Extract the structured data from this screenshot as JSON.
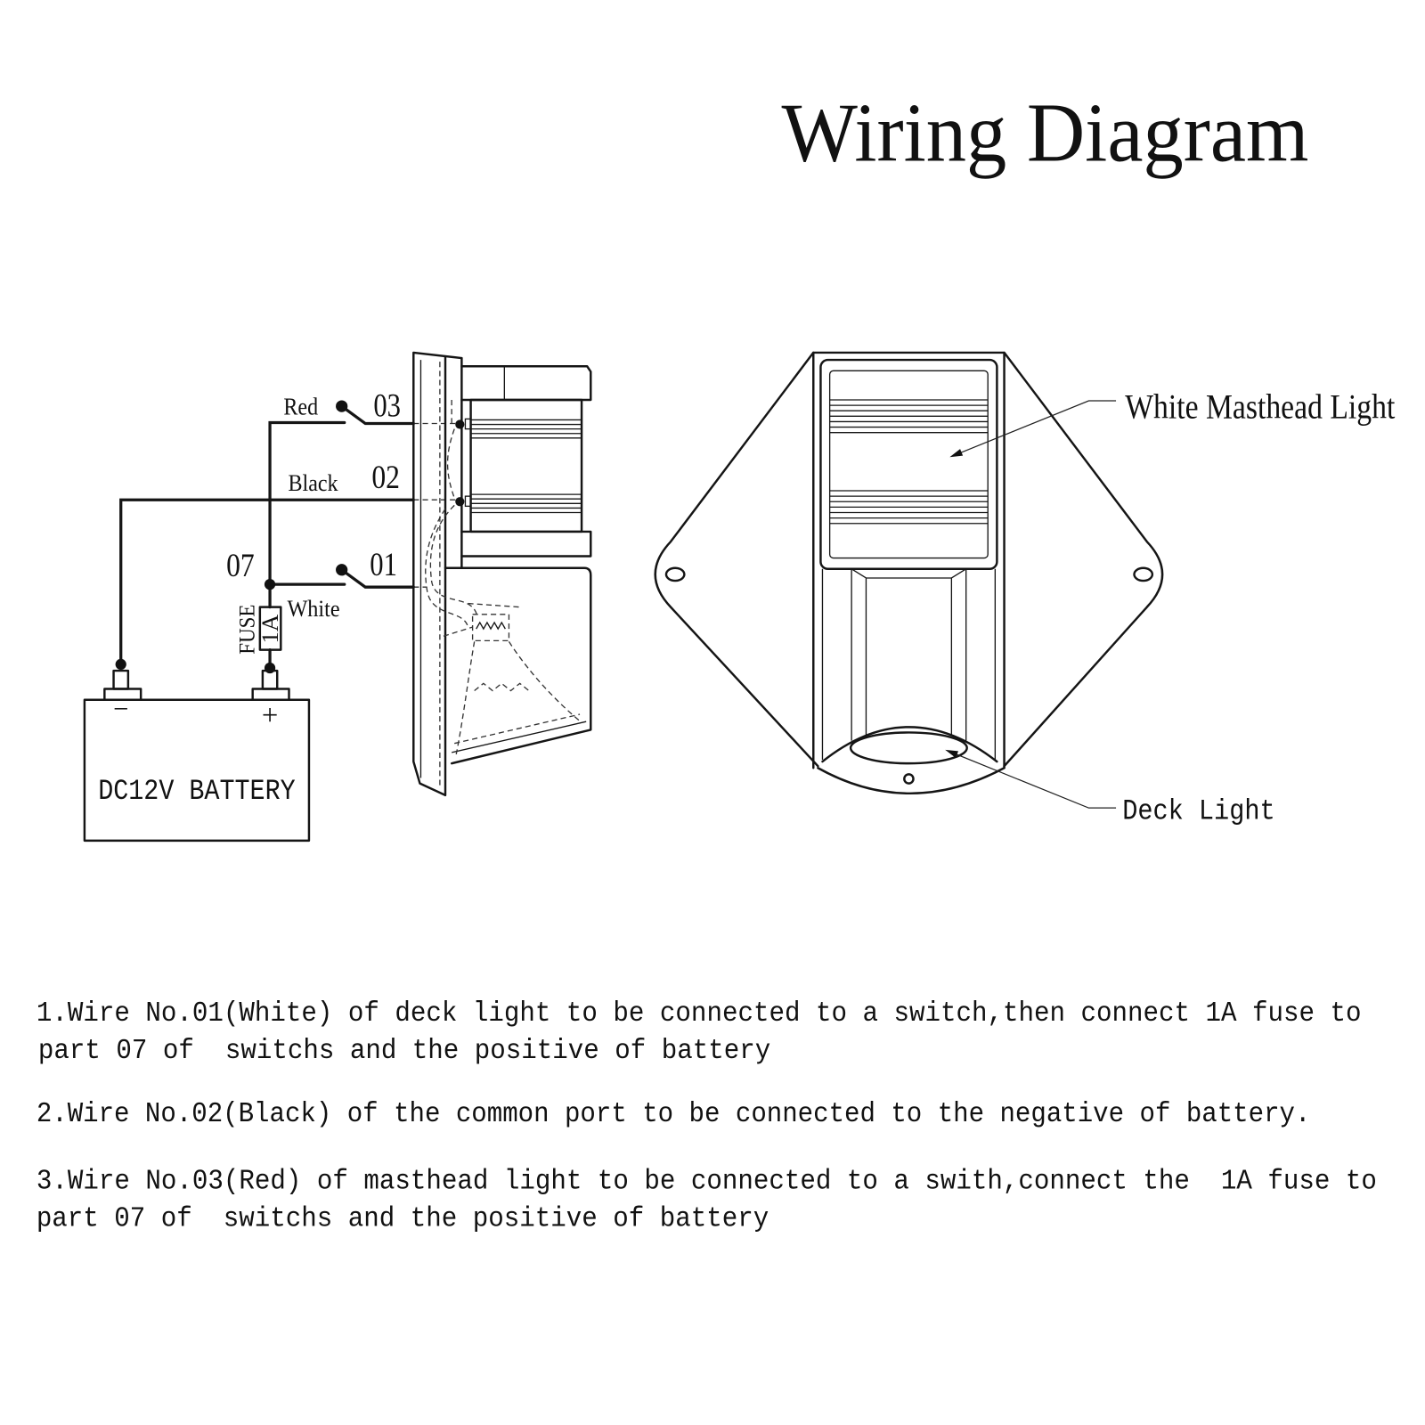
{
  "title": "Wiring Diagram",
  "circuit": {
    "wire_red": "Red",
    "wire_black": "Black",
    "wire_white": "White",
    "port_03": "03",
    "port_02": "02",
    "port_01": "01",
    "port_07": "07",
    "fuse_label": "FUSE",
    "fuse_rating": "1A",
    "battery_label": "DC12V BATTERY",
    "battery_negative": "−",
    "battery_positive": "+"
  },
  "callouts": {
    "masthead": "White Masthead Light",
    "deck": "Deck Light"
  },
  "instructions": [
    [
      "1.Wire No.01(White) of deck light to be connected to a switch,then connect 1A fuse to",
      "part 07 of  switchs and the positive of battery"
    ],
    [
      "2.Wire No.02(Black) of the common port to be connected to the negative of battery."
    ],
    [
      "3.Wire No.03(Red) of masthead light to be connected to a swith,connect the  1A fuse to",
      "part 07 of  switchs and the positive of battery"
    ]
  ]
}
